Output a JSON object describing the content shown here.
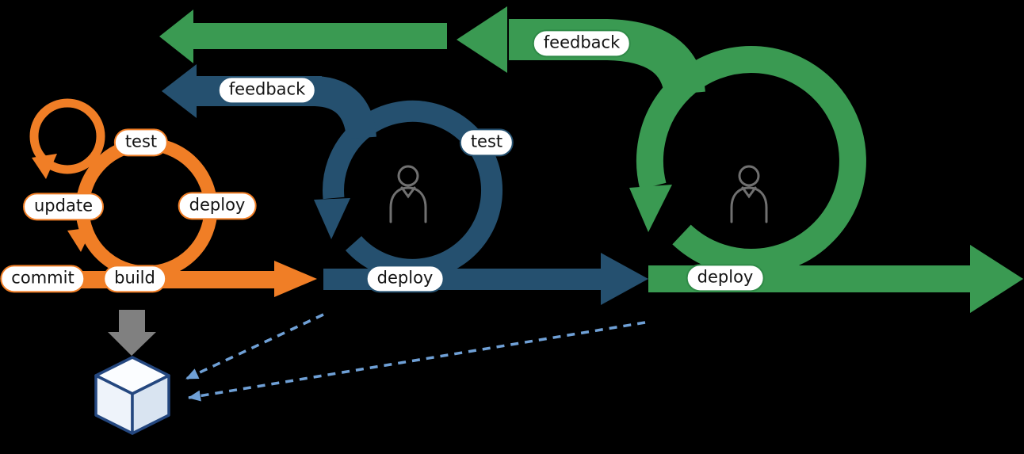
{
  "diagram": {
    "title_hint": "continuous-delivery-feedback-loops",
    "background": "#000000",
    "colors": {
      "orange_loop": "#F07E26",
      "navy_loop": "#25506F",
      "green_loop": "#3A9A52",
      "build_arrow_gray": "#808080",
      "dashed_arrow_blue": "#6FA0D6",
      "cube_edge_navy": "#24477F",
      "pill_background": "#FFFFFF",
      "pill_text": "#141414"
    },
    "labels": {
      "orange_test": "test",
      "orange_update": "update",
      "orange_deploy": "deploy",
      "orange_commit": "commit",
      "orange_build": "build",
      "navy_feedback": "feedback",
      "navy_test": "test",
      "navy_deploy": "deploy",
      "green_feedback": "feedback",
      "green_deploy": "deploy"
    },
    "icons": {
      "person_left": "person-icon",
      "person_right": "person-icon",
      "artifact": "package-cube-icon"
    }
  }
}
